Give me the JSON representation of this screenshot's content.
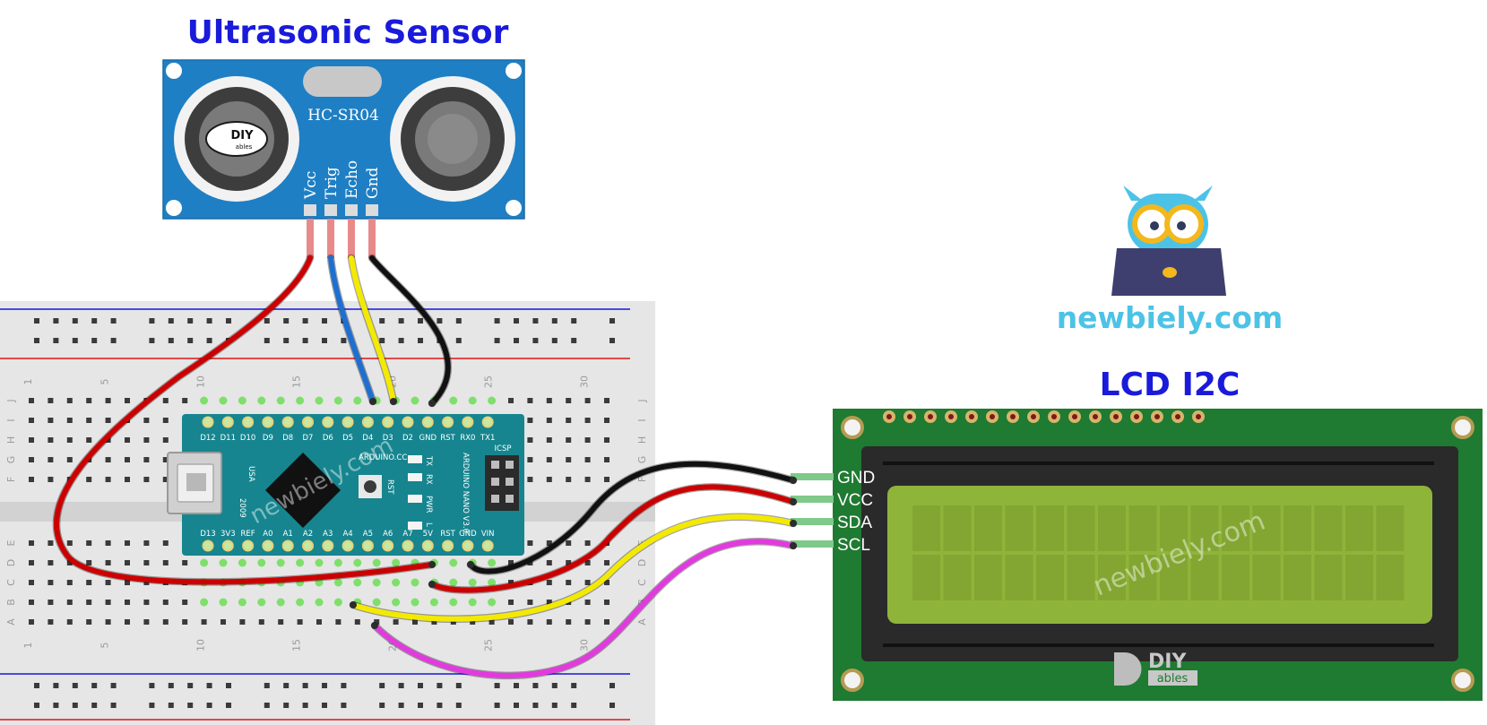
{
  "titles": {
    "sensor": "Ultrasonic Sensor",
    "lcd": "LCD I2C"
  },
  "sensor": {
    "model": "HC-SR04",
    "pins": [
      "Vcc",
      "Trig",
      "Echo",
      "Gnd"
    ],
    "logo_text": "DIY",
    "logo_sub": "ables",
    "color": "#1f7fc4"
  },
  "brand": {
    "site": "newbiely.com",
    "color": "#4cc3e6"
  },
  "nano": {
    "top_pins": [
      "D12",
      "D11",
      "D10",
      "D9",
      "D8",
      "D7",
      "D6",
      "D5",
      "D4",
      "D3",
      "D2",
      "GND",
      "RST",
      "RX0",
      "TX1"
    ],
    "bottom_pins": [
      "D13",
      "3V3",
      "REF",
      "A0",
      "A1",
      "A2",
      "A3",
      "A4",
      "A5",
      "A6",
      "A7",
      "5V",
      "RST",
      "GND",
      "VIN"
    ],
    "text_board": "ARDUINO.CC",
    "text_model": "ARDUINO NANO V3.0",
    "text_usa": "USA",
    "text_year": "2009",
    "text_icsp": "ICSP",
    "text_rst": "RST",
    "led_labels": [
      "TX",
      "RX",
      "PWR",
      "L"
    ],
    "watermark": "newbiely.com",
    "color": "#16858f"
  },
  "breadboard": {
    "column_numbers": [
      "1",
      "5",
      "10",
      "15",
      "20",
      "25",
      "30"
    ],
    "row_letters_top": [
      "J",
      "I",
      "H",
      "G",
      "F"
    ],
    "row_letters_bottom": [
      "E",
      "D",
      "C",
      "B",
      "A"
    ]
  },
  "lcd": {
    "pins": [
      "GND",
      "VCC",
      "SDA",
      "SCL"
    ],
    "watermark": "newbiely.com",
    "logo_text": "DIY",
    "logo_sub": "ables",
    "board_color": "#1f7a32",
    "screen_color": "#8fb43a"
  },
  "wires": [
    {
      "name": "vcc-to-5v",
      "color": "#cc0000"
    },
    {
      "name": "trig-to-d5",
      "color": "#1e6fd0"
    },
    {
      "name": "echo-to-d4",
      "color": "#f3ea00"
    },
    {
      "name": "gnd-to-gnd",
      "color": "#111111"
    },
    {
      "name": "lcd-gnd",
      "color": "#111111"
    },
    {
      "name": "lcd-vcc",
      "color": "#cc0000"
    },
    {
      "name": "lcd-sda",
      "color": "#f3ea00"
    },
    {
      "name": "lcd-scl",
      "color": "#e23adf"
    }
  ]
}
